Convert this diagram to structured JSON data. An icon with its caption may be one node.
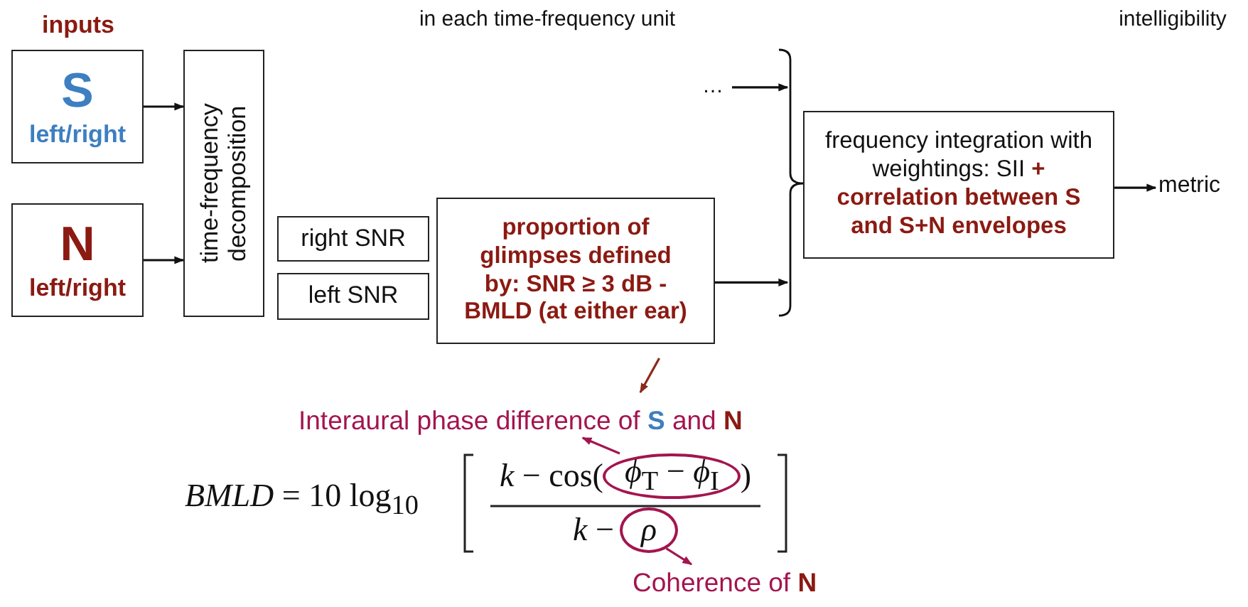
{
  "diagram": {
    "nodes": [
      {
        "text": [
          "S",
          "left/right"
        ]
      },
      {
        "text": [
          "N",
          "left/right"
        ]
      },
      {
        "text": [
          "time-frequency decomposition"
        ]
      },
      {
        "text": [
          "right SNR"
        ]
      },
      {
        "text": [
          "left SNR"
        ]
      },
      {
        "text": [
          "proportion of glimpses defined by: SNR ≥ 3 dB - BMLD (at either ear)"
        ]
      },
      {
        "text": [
          "…"
        ]
      },
      {
        "text": [
          "frequency integration with weightings: SII **+ correlation between S and S+N envelopes**"
        ]
      },
      {
        "text": [
          "metric"
        ]
      },
      {
        "text": [
          "Interaural phase difference of **S** and **N**"
        ]
      },
      {
        "text": [
          "*BMLD* = 10 log$_{10}$",
          "*k* − cos(",
          ")",
          "*k* −"
        ]
      },
      {
        "text": [
          "*ϕ*$_{T}$ − *ϕ*$_{I}$"
        ],
        "in": 10
      },
      {
        "text": [
          "*ρ*"
        ],
        "in": 10
      },
      {
        "text": [
          "Coherence of **N**"
        ]
      }
    ],
    "edges": [
      {
        "from": 0,
        "to": 2,
        "arrow": "to"
      },
      {
        "from": 1,
        "to": 2,
        "arrow": "to"
      },
      {
        "from": 6,
        "to": 7,
        "arrow": "to"
      },
      {
        "from": 5,
        "to": 7,
        "arrow": "to"
      },
      {
        "from": 7,
        "to": 8,
        "arrow": "to"
      },
      {
        "from": 5,
        "to": 9,
        "arrow": "to",
        "color": "#8b2a1a"
      },
      {
        "from": 11,
        "to": 9,
        "arrow": "to",
        "color": "#a3154f"
      },
      {
        "from": 12,
        "to": 13,
        "arrow": "to",
        "color": "#a3154f"
      }
    ],
    "labels": [
      "inputs",
      "in each time-frequency unit",
      "intelligibility"
    ]
  }
}
